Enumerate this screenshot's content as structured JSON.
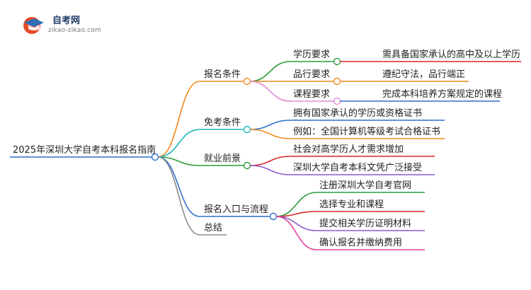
{
  "logo": {
    "name": "自考网",
    "url": "zikao-zikao.com"
  },
  "root": "2025年深圳大学自考本科报名指南",
  "branches": [
    {
      "label": "报名条件",
      "color": "#f08a1c",
      "children": [
        {
          "label": "学历要求",
          "color": "#2e9c3a",
          "detail": "需具备国家承认的高中及以上学历",
          "detail_color": "#d62728"
        },
        {
          "label": "品行要求",
          "color": "#f08a1c",
          "detail": "遵纪守法，品行端正",
          "detail_color": "#f08a1c"
        },
        {
          "label": "课程要求",
          "color": "#e88ad4",
          "detail": "完成本科培养方案规定的课程",
          "detail_color": "#2e6fce"
        }
      ]
    },
    {
      "label": "免考条件",
      "color": "#1cb5b5",
      "children": [
        {
          "label": "拥有国家承认的学历或资格证书",
          "color": "#2e6fce"
        },
        {
          "label": "例如：全国计算机等级考试合格证书",
          "color": "#f08a1c"
        }
      ]
    },
    {
      "label": "就业前景",
      "color": "#2e9c3a",
      "children": [
        {
          "label": "社会对高学历人才需求增加",
          "color": "#d62728"
        },
        {
          "label": "深圳大学自考本科文凭广泛接受",
          "color": "#8c5bc8"
        }
      ]
    },
    {
      "label": "报名入口与流程",
      "color": "#2e6fce",
      "children": [
        {
          "label": "注册深圳大学自考官网",
          "color": "#2e9c3a"
        },
        {
          "label": "选择专业和课程",
          "color": "#d62728"
        },
        {
          "label": "提交相关学历证明材料",
          "color": "#8c5bc8"
        },
        {
          "label": "确认报名并缴纳费用",
          "color": "#e0409a"
        }
      ]
    },
    {
      "label": "总结",
      "color": "#8c8c8c",
      "children": []
    }
  ]
}
